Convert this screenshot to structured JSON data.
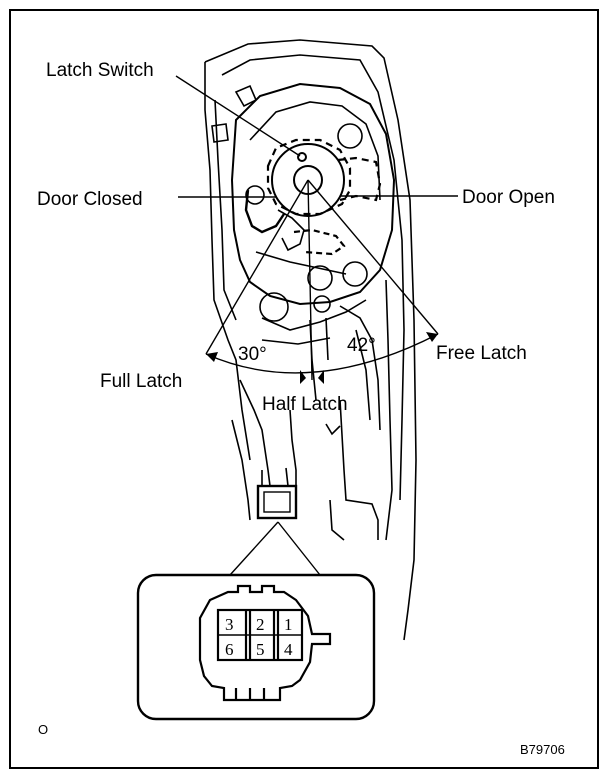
{
  "labels": {
    "latch_switch": "Latch Switch",
    "door_closed": "Door Closed",
    "door_open": "Door Open",
    "angle_full": "30°",
    "angle_free": "42°",
    "free_latch": "Free Latch",
    "full_latch": "Full Latch",
    "half_latch": "Half Latch",
    "part_code": "B79706",
    "corner_mark": "O"
  },
  "connector": {
    "pins": [
      "3",
      "2",
      "1",
      "6",
      "5",
      "4"
    ]
  }
}
